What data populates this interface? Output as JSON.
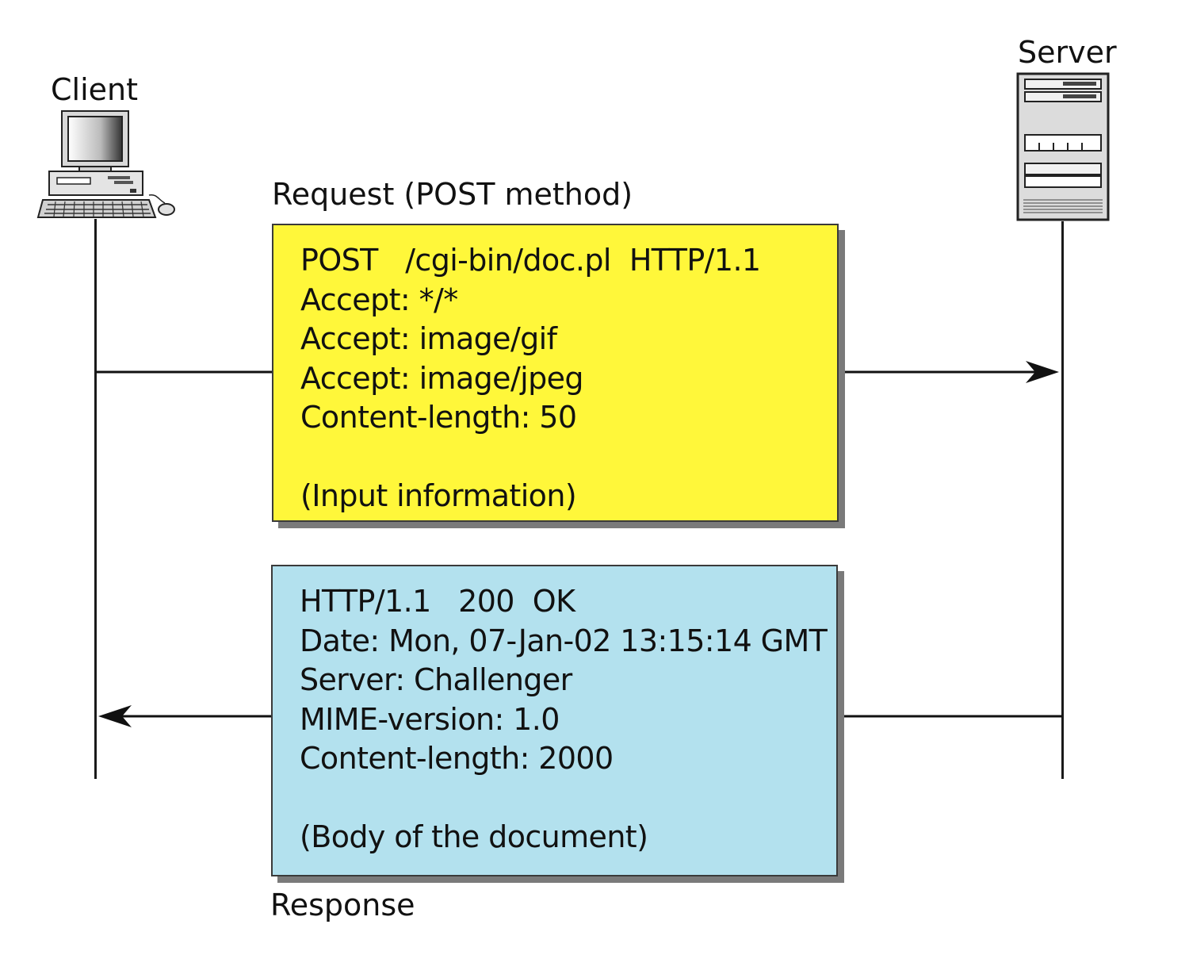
{
  "client": {
    "label": "Client",
    "icon": "desktop-computer-icon"
  },
  "server": {
    "label": "Server",
    "icon": "server-tower-icon"
  },
  "request": {
    "caption": "Request (POST method)",
    "lines": [
      "POST   /cgi-bin/doc.pl  HTTP/1.1",
      "Accept: */*",
      "Accept: image/gif",
      "Accept: image/jpeg",
      "Content-length: 50",
      "",
      "(Input information)"
    ],
    "color": "#fff73a"
  },
  "response": {
    "caption": "Response",
    "lines": [
      "HTTP/1.1   200  OK",
      "Date: Mon, 07-Jan-02 13:15:14 GMT",
      "Server: Challenger",
      "MIME-version: 1.0",
      "Content-length: 2000",
      "",
      "(Body of the document)"
    ],
    "color": "#b3e1ee"
  }
}
